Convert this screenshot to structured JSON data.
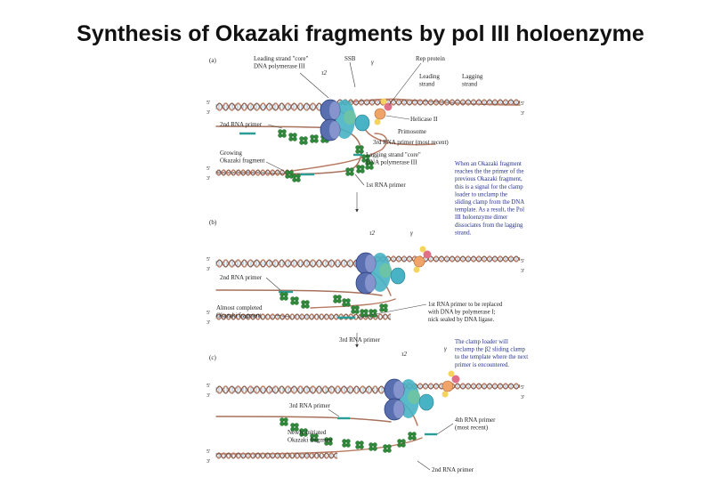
{
  "title": "Synthesis of Okazaki fragments by pol III holoenzyme",
  "colors": {
    "dna_strand": "#b77a62",
    "dna_rung": "#9bbfd9",
    "core": "#5a6fb0",
    "clamp": "#47b3c4",
    "ssb": "#2f8a3a",
    "primer": "#2a9e96",
    "helicase": "#f0a46a",
    "primase": "#e07088"
  },
  "panels": [
    {
      "tag": "(a)",
      "labels": {
        "leading_core": "Leading strand \"core\"\nDNA polymerase III",
        "tau2": "τ2",
        "ssb": "SSB",
        "gamma": "γ",
        "rep": "Rep protein",
        "leading_strand": "Leading\nstrand",
        "lagging_strand": "Lagging\nstrand",
        "helicase": "Helicase II",
        "primosome": "Primosome",
        "primer2": "2nd RNA primer",
        "primer3": "3rd RNA primer (most recent)",
        "growing": "Growing\nOkazaki fragment",
        "lagging_core": "Lagging strand \"core\"\nDNA polymerase III",
        "primer1": "1st RNA primer"
      },
      "note": "When an Okazaki fragment\nreaches the the primer of the\nprevious Okazaki fragment,\nthis is a signal for the clamp\nloader to unclamp the\nsliding clamp from the DNA\ntemplate. As a result, the Pol\nIII holoenzyme dimer\ndissociates from the lagging\nstrand."
    },
    {
      "tag": "(b)",
      "labels": {
        "tau2": "τ2",
        "gamma": "γ",
        "primer2": "2nd RNA primer",
        "almost": "Almost completed\nOkazaki fragment",
        "replaced": "1st RNA primer to be replaced\nwith DNA by polymerase I;\nnick sealed by DNA ligase.",
        "primer3": "3rd RNA primer"
      },
      "note": "The clamp loader will\nreclamp the β2 sliding clamp\nto the template where the next\nprimer is encountered."
    },
    {
      "tag": "(c)",
      "labels": {
        "tau2": "τ2",
        "gamma": "γ",
        "primer3": "3rd RNA primer",
        "primer4": "4th RNA primer\n(most recent)",
        "newly": "Newly initiated\nOkazaki fragment",
        "primer2": "2nd RNA primer"
      }
    }
  ]
}
